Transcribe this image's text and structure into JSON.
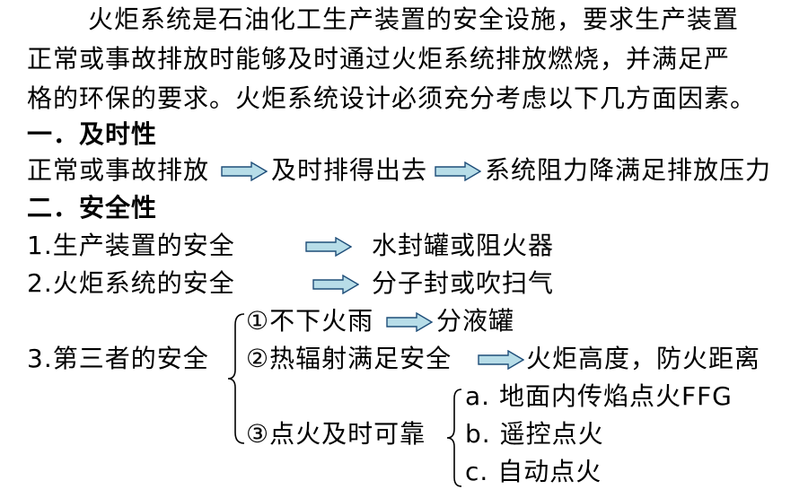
{
  "intro": {
    "line1": "火炬系统是石油化工生产装置的安全设施，要求生产装置",
    "line2": "正常或事故排放时能够及时通过火炬系统排放燃烧，并满足严",
    "line3": "格的环保的要求。火炬系统设计必须充分考虑以下几方面因素。"
  },
  "section1": {
    "heading": "一．及时性",
    "flow": [
      "正常或事故排放",
      "及时排得出去",
      "系统阻力降满足排放压力"
    ]
  },
  "section2": {
    "heading": "二．安全性",
    "item1": {
      "label": "1.生产装置的安全",
      "result": "水封罐或阻火器"
    },
    "item2": {
      "label": "2.火炬系统的安全",
      "result": "分子封或吹扫气"
    },
    "item3": {
      "label": "3.第三者的安全",
      "sub1": {
        "label": "①不下火雨",
        "result": "分液罐"
      },
      "sub2": {
        "label": "②热辐射满足安全",
        "result": "火炬高度，防火距离"
      },
      "sub3": {
        "label": "③点火及时可靠",
        "options": [
          "a. 地面内传焰点火FFG",
          "b. 遥控点火",
          "c. 自动点火"
        ]
      }
    }
  },
  "colors": {
    "arrow_fill": "#b7dde8",
    "arrow_stroke": "#1f4e79",
    "text": "#000000"
  }
}
